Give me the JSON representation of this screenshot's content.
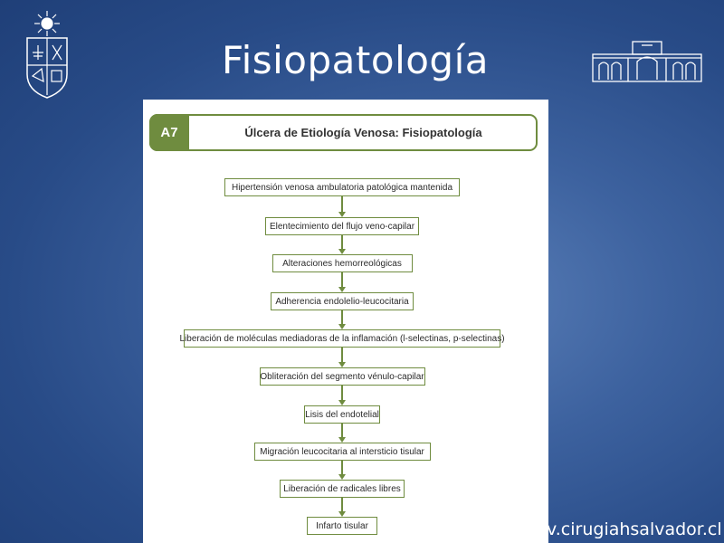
{
  "slide": {
    "title": "Fisiopatología",
    "website": "v.cirugiahsalvador.cl"
  },
  "figure": {
    "tag": "A7",
    "header": "Úlcera de Etiología Venosa: Fisiopatología",
    "accent_color": "#6f8c3f",
    "steps": [
      "Hipertensión venosa ambulatoria patológica mantenida",
      "Elentecimiento del flujo veno-capilar",
      "Alteraciones hemorreológicas",
      "Adherencia endolelio-leucocitaria",
      "Liberación de moléculas mediadoras de la inflamación (l-selectinas, p-selectinas)",
      "Obliteración del segmento vénulo-capilar",
      "Lisis del endotelial",
      "Migración leucocitaria al intersticio tisular",
      "Liberación de radicales libres",
      "Infarto tisular"
    ]
  },
  "logos": {
    "left": "university-crest-icon",
    "right": "hospital-building-icon"
  }
}
